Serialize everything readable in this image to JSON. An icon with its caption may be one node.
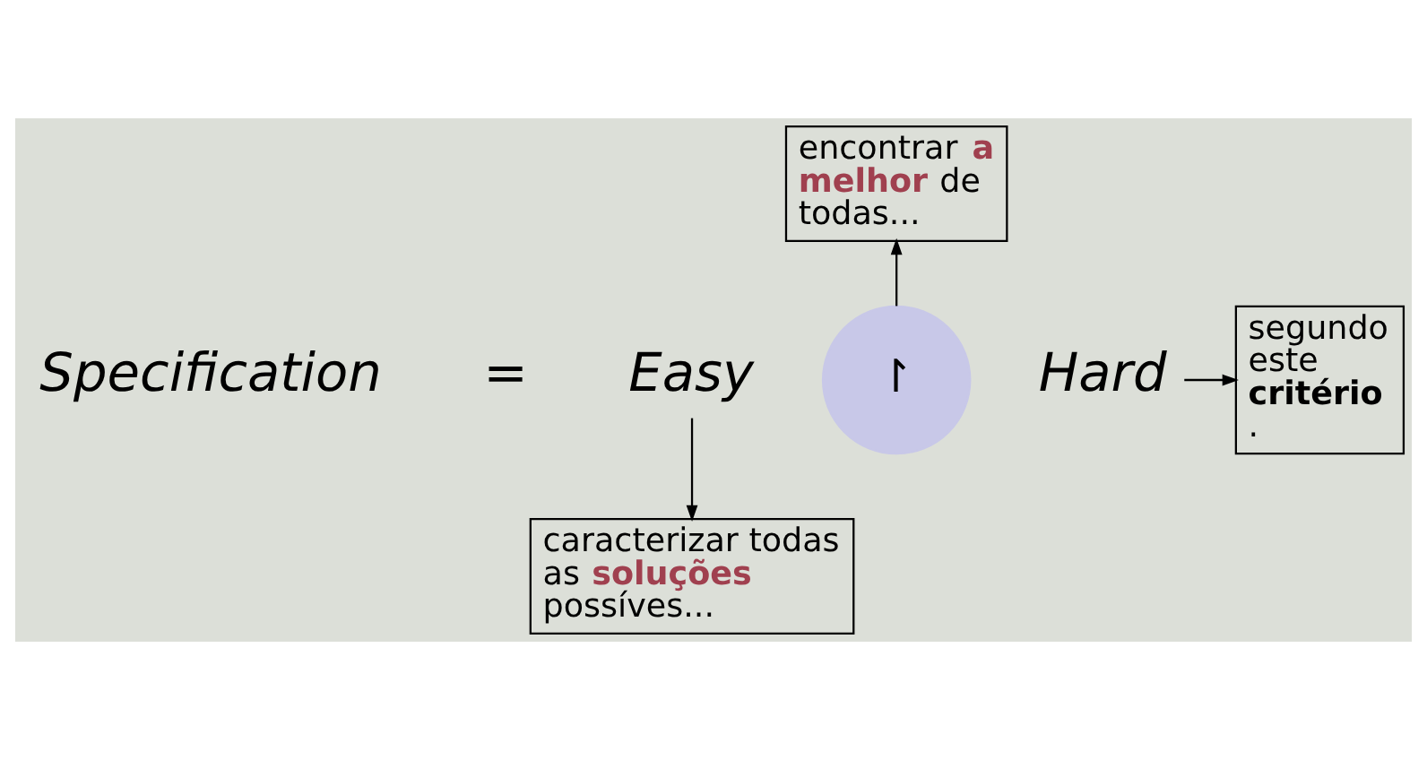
{
  "diagram": {
    "nodes": [
      {
        "text": [
          "Easy"
        ]
      },
      {
        "text": [
          "↾"
        ]
      },
      {
        "text": [
          "Hard"
        ]
      },
      {
        "text": [
          "encontrar **a melhor** de todas..."
        ]
      },
      {
        "text": [
          "segundo este **critério**."
        ]
      },
      {
        "text": [
          "caracterizar todas as **soluções** possíves..."
        ]
      }
    ],
    "edges": [
      {
        "from": 0,
        "to": 5,
        "arrow": "to"
      },
      {
        "from": 1,
        "to": 3,
        "arrow": "to"
      },
      {
        "from": 2,
        "to": 4,
        "arrow": "to"
      }
    ],
    "labels": [
      "Specification",
      "="
    ]
  }
}
